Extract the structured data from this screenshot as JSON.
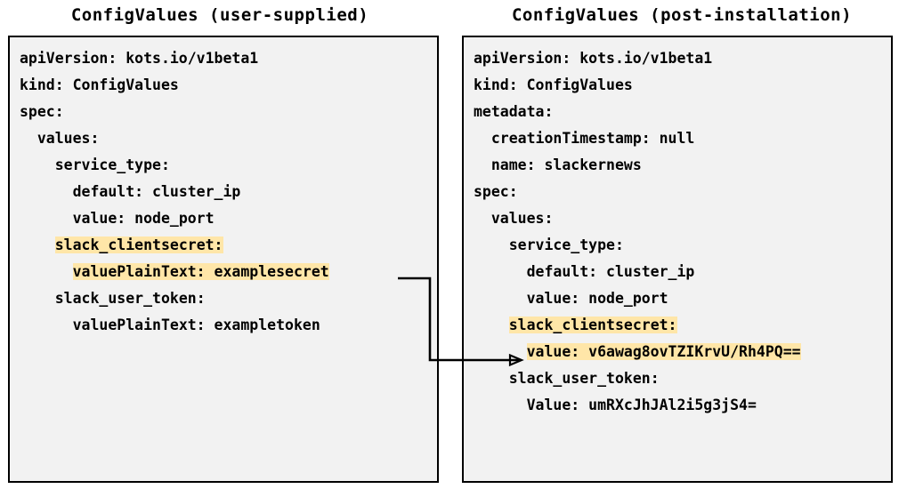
{
  "panels": [
    {
      "id": "user-supplied",
      "title": "ConfigValues (user-supplied)",
      "lines": [
        {
          "indent": 0,
          "text": "apiVersion: kots.io/v1beta1",
          "highlight": false
        },
        {
          "indent": 0,
          "text": "kind: ConfigValues",
          "highlight": false
        },
        {
          "indent": 0,
          "text": "spec:",
          "highlight": false
        },
        {
          "indent": 1,
          "text": "values:",
          "highlight": false
        },
        {
          "indent": 2,
          "text": "service_type:",
          "highlight": false
        },
        {
          "indent": 3,
          "text": "default: cluster_ip",
          "highlight": false
        },
        {
          "indent": 3,
          "text": "value: node_port",
          "highlight": false
        },
        {
          "indent": 2,
          "text": "slack_clientsecret:",
          "highlight": true
        },
        {
          "indent": 3,
          "text": "valuePlainText: examplesecret",
          "highlight": true
        },
        {
          "indent": 2,
          "text": "slack_user_token:",
          "highlight": false
        },
        {
          "indent": 3,
          "text": "valuePlainText: exampletoken",
          "highlight": false
        }
      ]
    },
    {
      "id": "post-installation",
      "title": "ConfigValues (post-installation)",
      "lines": [
        {
          "indent": 0,
          "text": "apiVersion: kots.io/v1beta1",
          "highlight": false
        },
        {
          "indent": 0,
          "text": "kind: ConfigValues",
          "highlight": false
        },
        {
          "indent": 0,
          "text": "metadata:",
          "highlight": false
        },
        {
          "indent": 1,
          "text": "creationTimestamp: null",
          "highlight": false
        },
        {
          "indent": 1,
          "text": "name: slackernews",
          "highlight": false
        },
        {
          "indent": 0,
          "text": "spec:",
          "highlight": false
        },
        {
          "indent": 1,
          "text": "values:",
          "highlight": false
        },
        {
          "indent": 2,
          "text": "service_type:",
          "highlight": false
        },
        {
          "indent": 3,
          "text": "default: cluster_ip",
          "highlight": false
        },
        {
          "indent": 3,
          "text": "value: node_port",
          "highlight": false
        },
        {
          "indent": 2,
          "text": "slack_clientsecret:",
          "highlight": true
        },
        {
          "indent": 3,
          "text": "value: v6awag8ovTZIKrvU/Rh4PQ==",
          "highlight": true
        },
        {
          "indent": 2,
          "text": "slack_user_token:",
          "highlight": false
        },
        {
          "indent": 3,
          "text": "Value: umRXcJhJAl2i5g3jS4=",
          "highlight": false
        }
      ]
    }
  ],
  "connector": {
    "label": "secret-encryption-arrow",
    "from_line": "valuePlainText: examplesecret",
    "to_line": "value: v6awag8ovTZIKrvU/Rh4PQ=="
  },
  "colors": {
    "highlight": "#ffe6a8",
    "box_background": "#f2f2f2",
    "border": "#000000",
    "text": "#000000",
    "page_background": "#ffffff"
  }
}
